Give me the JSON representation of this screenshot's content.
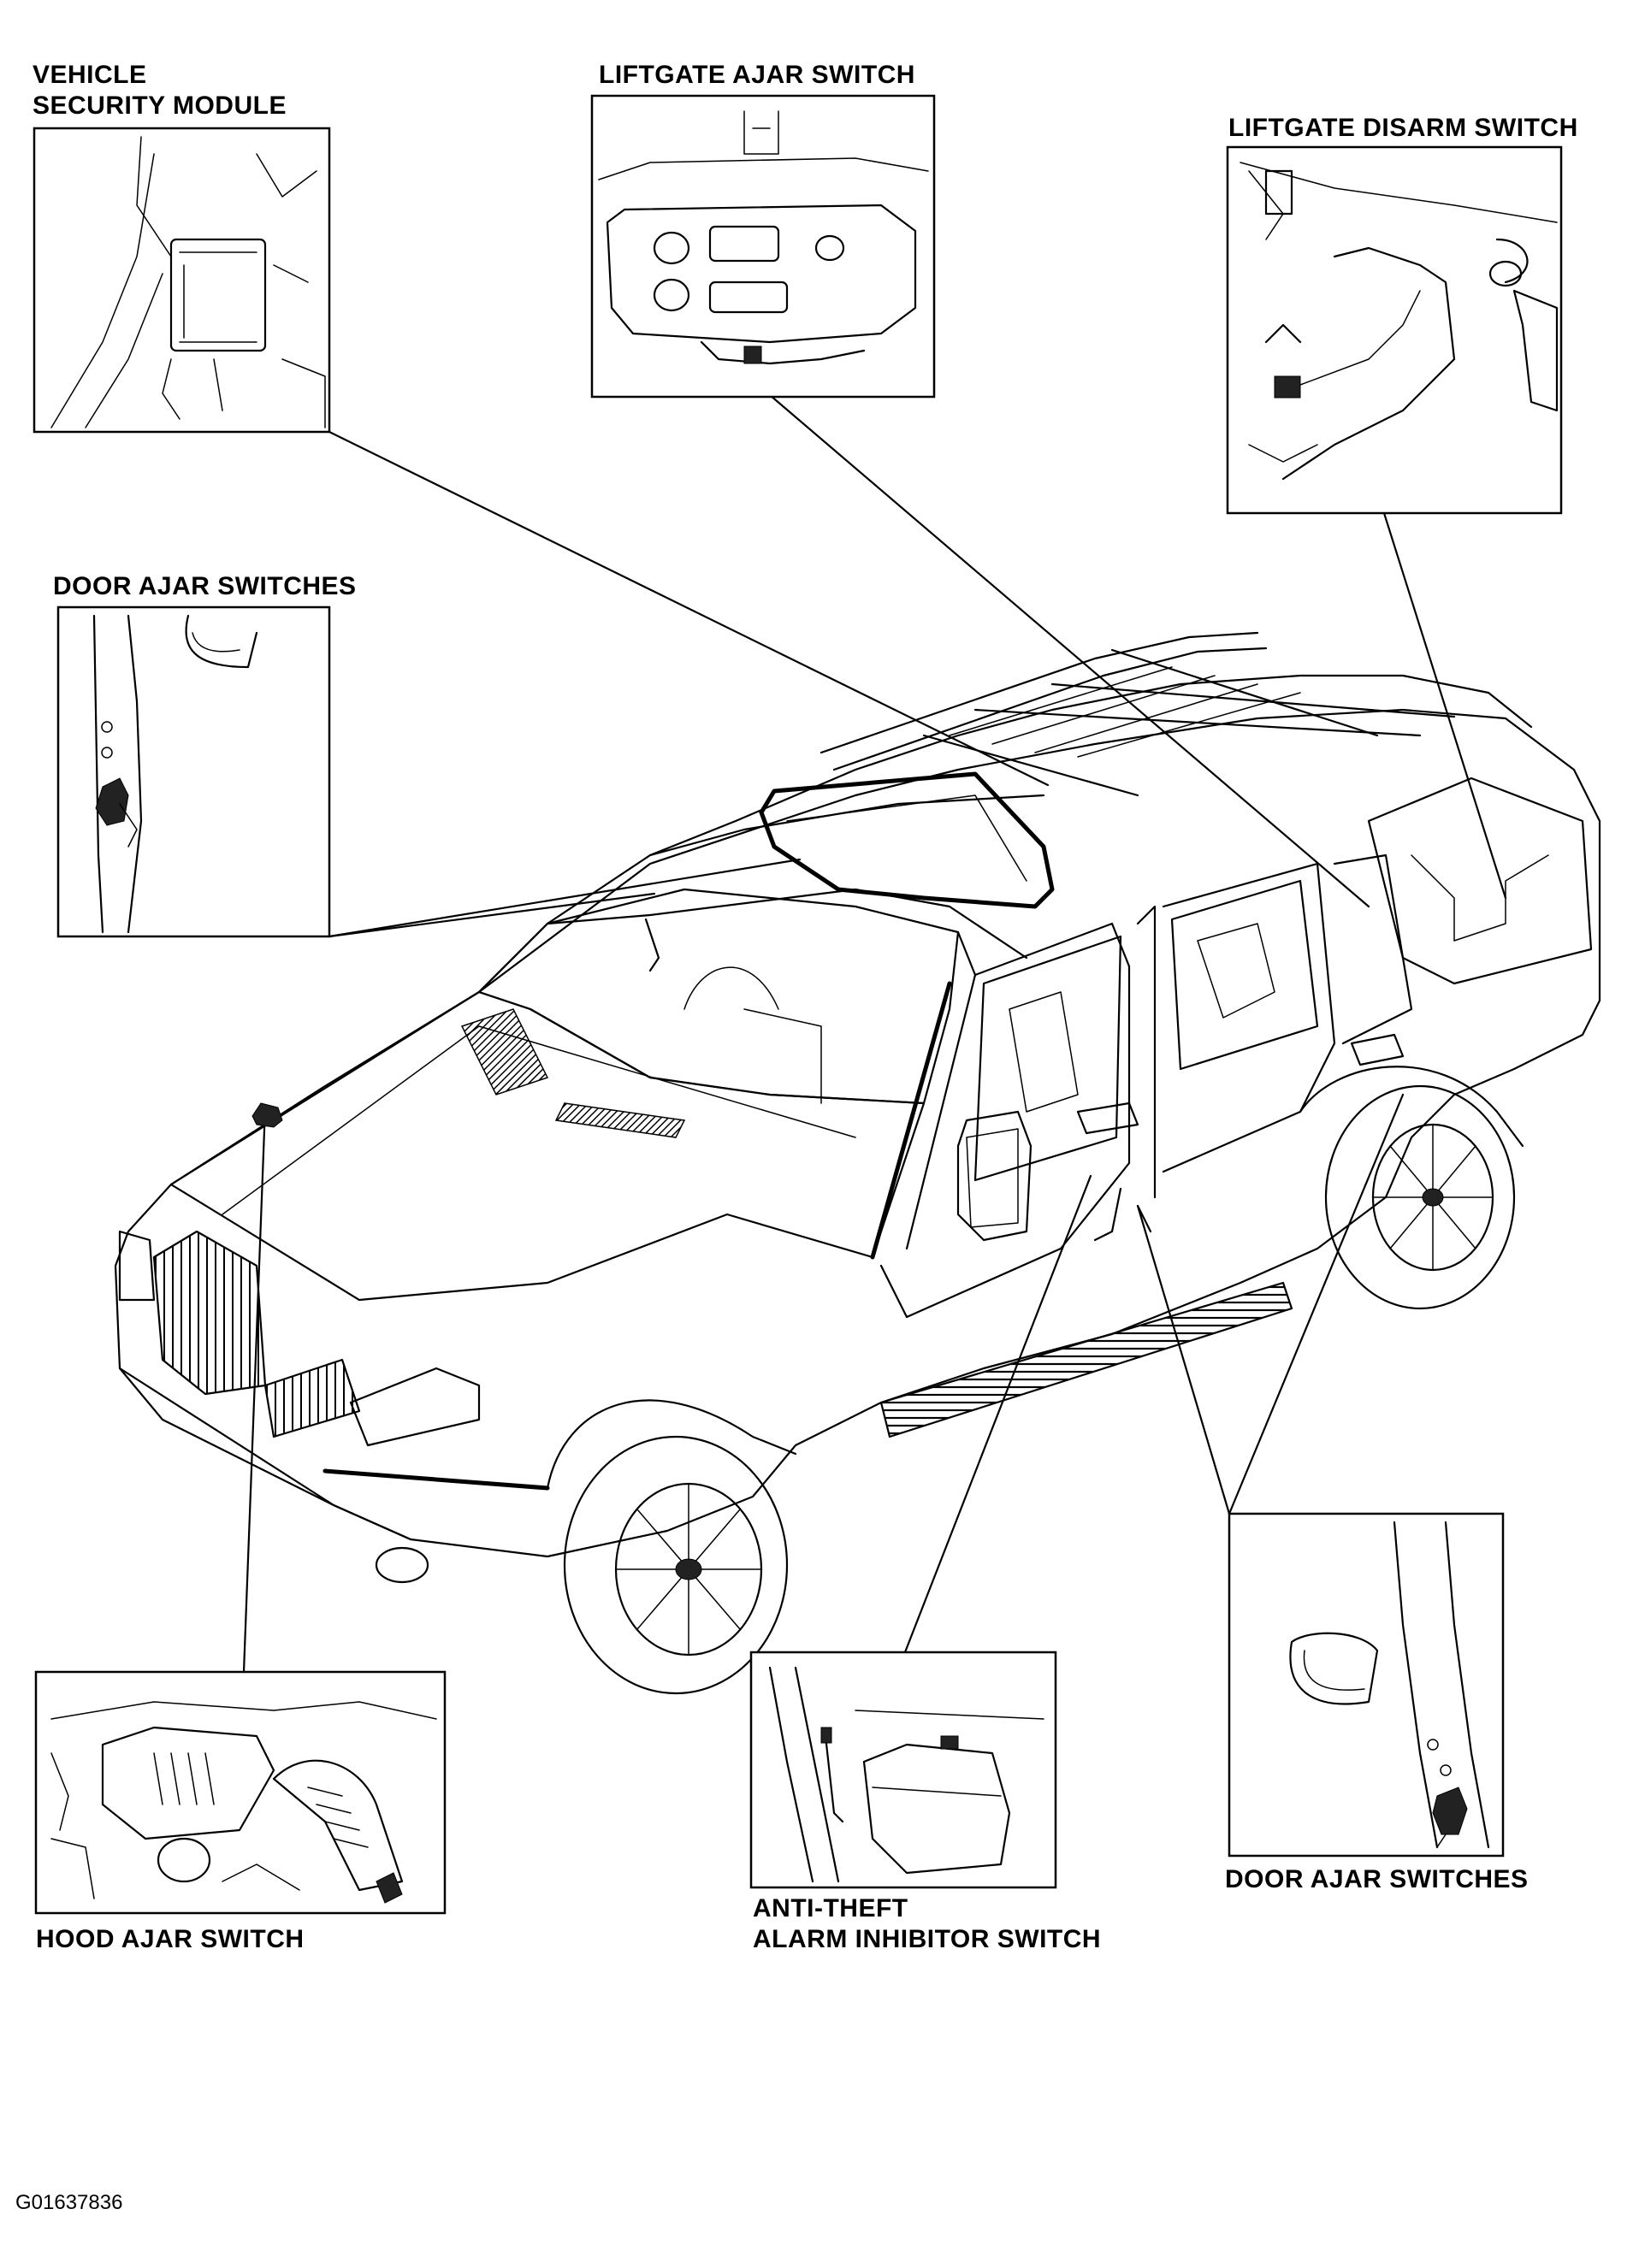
{
  "labels": {
    "vehicle_security_module": [
      "VEHICLE",
      "SECURITY MODULE"
    ],
    "liftgate_ajar_switch": "LIFTGATE AJAR SWITCH",
    "liftgate_disarm_switch": "LIFTGATE DISARM SWITCH",
    "door_ajar_switches_left": "DOOR AJAR SWITCHES",
    "door_ajar_switches_right": "DOOR AJAR SWITCHES",
    "hood_ajar_switch": "HOOD AJAR SWITCH",
    "anti_theft_alarm_inhibitor_switch": [
      "ANTI-THEFT",
      "ALARM INHIBITOR SWITCH"
    ]
  },
  "figure_id": "G01637836"
}
